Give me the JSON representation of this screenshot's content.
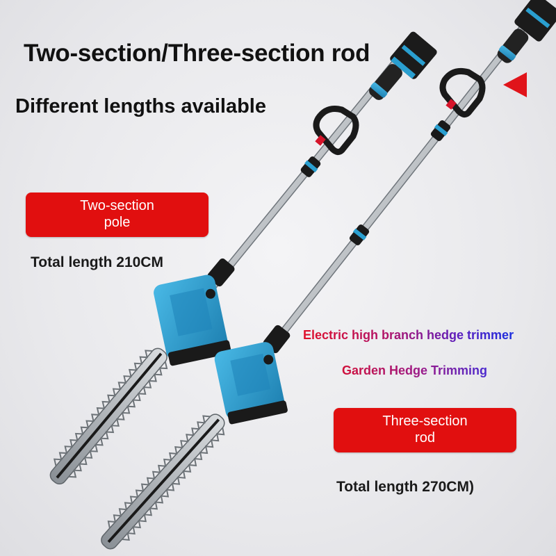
{
  "headline": {
    "line1": "Two-section/Three-section rod",
    "line2": "Different lengths available"
  },
  "two_section": {
    "badge_line1": "Two-section",
    "badge_line2": "pole",
    "length": "Total length 210CM"
  },
  "three_section": {
    "badge_line1": "Three-section",
    "badge_line2": "rod",
    "length": "Total length 270CM)"
  },
  "tagline": {
    "product": "Electric high branch hedge trimmer",
    "use": "Garden Hedge Trimming"
  },
  "colors": {
    "badge_red": "#e10f0f",
    "accent_blue": "#2a9fd0",
    "pointer_red": "#e0141a"
  },
  "icons": [
    "hedge-trimmer-two-section",
    "hedge-trimmer-three-section",
    "red-pointer-triangle"
  ]
}
